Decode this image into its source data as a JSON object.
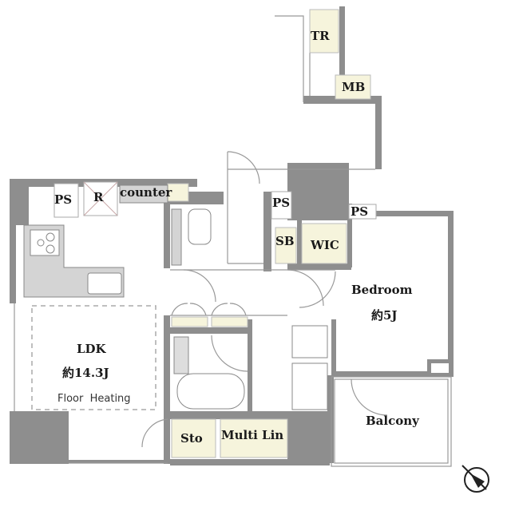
{
  "plan": {
    "rooms": {
      "tr": "TR",
      "mb": "MB",
      "ps1": "PS",
      "r": "R",
      "counter": "counter",
      "ps2": "PS",
      "ps3": "PS",
      "sb": "SB",
      "wic": "WIC",
      "bedroom": "Bedroom",
      "bedroom_size": "約5J",
      "ldk": "LDK",
      "ldk_size": "約14.3J",
      "floor_heating": "Floor  Heating",
      "sto": "Sto",
      "multi_lin": "Multi Lin",
      "balcony": "Balcony"
    },
    "colors": {
      "wall": "#8e8e8e",
      "storage": "#f6f4dc",
      "fixture": "#d4d4d4"
    },
    "compass_icon": "north-arrow-icon"
  }
}
